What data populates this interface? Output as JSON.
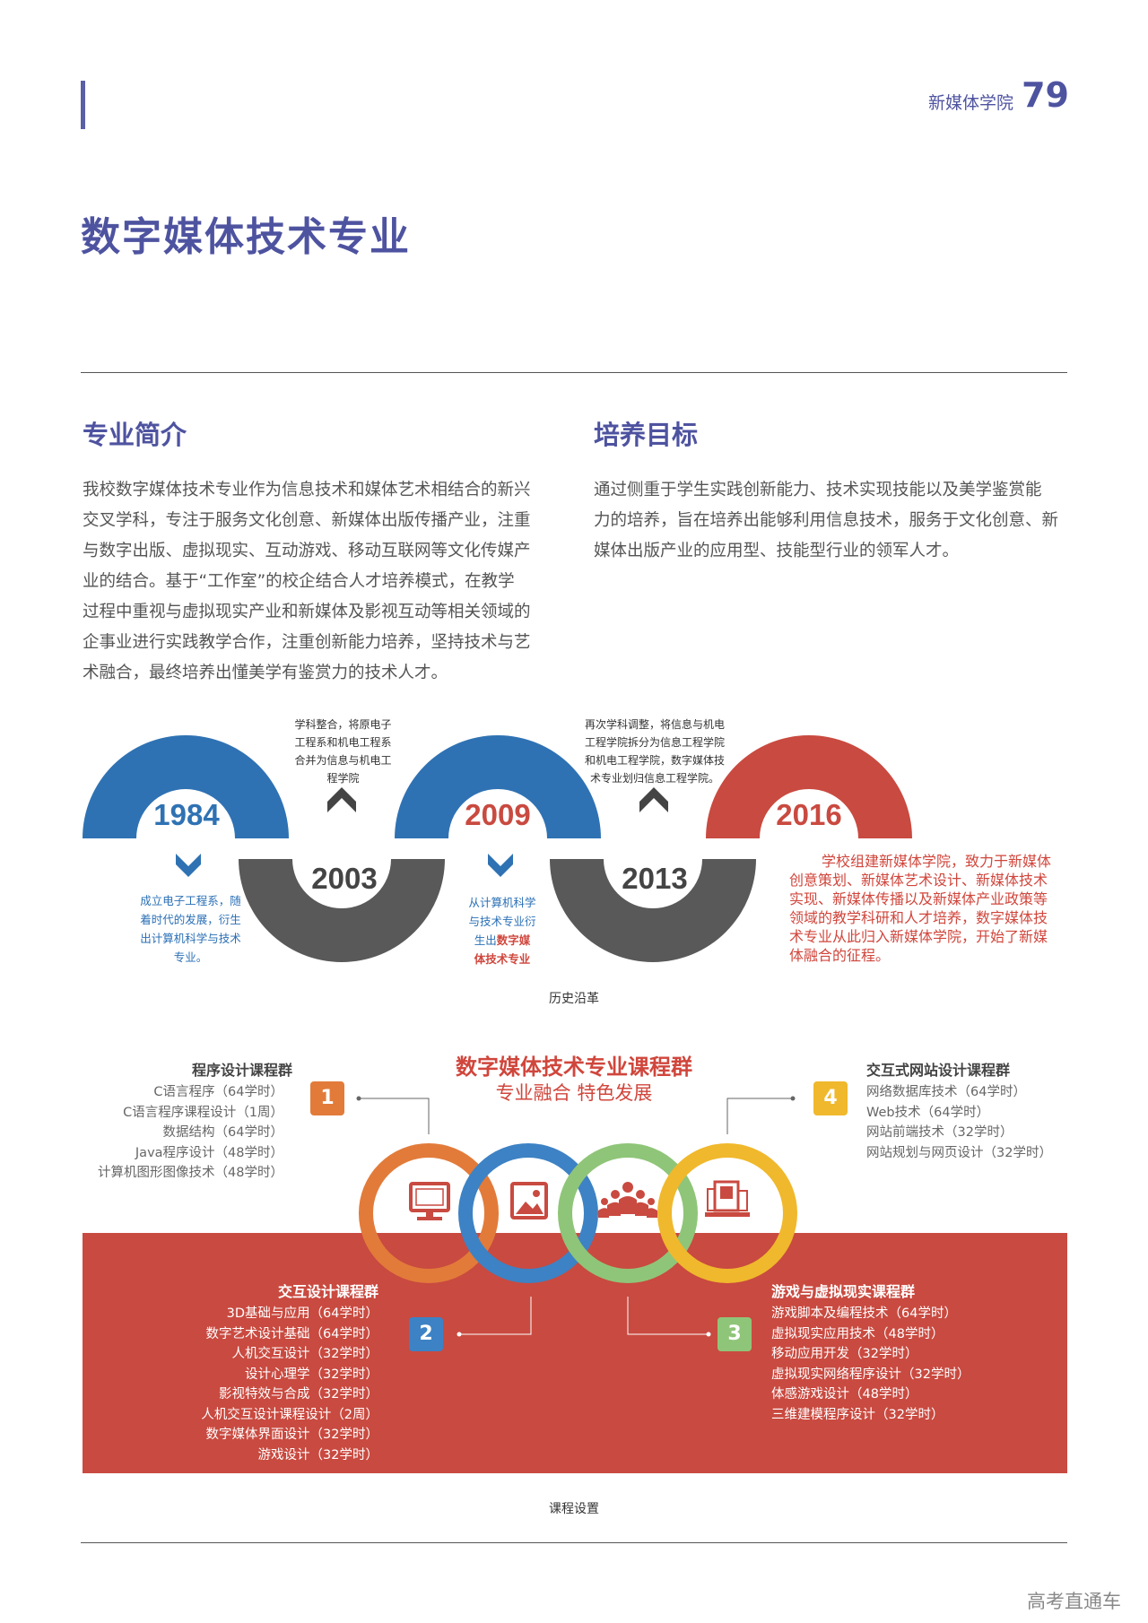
{
  "header": {
    "college": "新媒体学院",
    "page_number": "79"
  },
  "title": "数字媒体技术专业",
  "intro": {
    "heading": "专业简介",
    "lines": [
      "我校数字媒体技术专业作为信息技术和媒体艺术相结合的新兴",
      "交叉学科，专注于服务文化创意、新媒体出版传播产业，注重",
      "与数字出版、虚拟现实、互动游戏、移动互联网等文化传媒产",
      "业的结合。基于“工作室”的校企结合人才培养模式，在教学",
      "过程中重视与虚拟现实产业和新媒体及影视互动等相关领域的",
      "企事业进行实践教学合作，注重创新能力培养，坚持技术与艺",
      "术融合，最终培养出懂美学有鉴赏力的技术人才。"
    ]
  },
  "goal": {
    "heading": "培养目标",
    "lines": [
      "通过侧重于学生实践创新能力、技术实现技能以及美学鉴赏能",
      "力的培养，旨在培养出能够利用信息技术，服务于文化创意、新",
      "媒体出版产业的应用型、技能型行业的领军人才。"
    ]
  },
  "timeline": {
    "caption": "历史沿革",
    "years": {
      "y1984": "1984",
      "y2003": "2003",
      "y2009": "2009",
      "y2013": "2013",
      "y2016": "2016"
    },
    "note_2003": [
      "学科整合，将原电子",
      "工程系和机电工程系",
      "合并为信息与机电工",
      "程学院"
    ],
    "note_2013": [
      "再次学科调整，将信息与机电",
      "工程学院拆分为信息工程学院",
      "和机电工程学院，数字媒体技",
      "术专业划归信息工程学院。"
    ],
    "note_1984": [
      "成立电子工程系，随",
      "着时代的发展，衍生",
      "出计算机科学与技术",
      "专业。"
    ],
    "note_2009": [
      "从计算机科学",
      "与技术专业衍",
      "生出",
      "数字媒",
      "体技术专业"
    ],
    "note_2016": [
      "学校组建新媒体学院，致力于新媒体",
      "创意策划、新媒体艺术设计、新媒体技术",
      "实现、新媒体传播以及新媒体产业政策等",
      "领域的教学科研和人才培养，数字媒体技",
      "术专业从此归入新媒体学院，开始了新媒",
      "体融合的征程。"
    ]
  },
  "courses": {
    "caption": "课程设置",
    "center_title": "数字媒体技术专业课程群",
    "center_subtitle": "专业融合 特色发展",
    "group1": {
      "badge": "1",
      "title": "程序设计课程群",
      "items": [
        "C语言程序（64学时）",
        "C语言程序课程设计（1周）",
        "数据结构（64学时）",
        "Java程序设计（48学时）",
        "计算机图形图像技术（48学时）"
      ]
    },
    "group2": {
      "badge": "2",
      "title": "交互设计课程群",
      "items": [
        "3D基础与应用（64学时）",
        "数字艺术设计基础（64学时）",
        "人机交互设计（32学时）",
        "设计心理学（32学时）",
        "影视特效与合成（32学时）",
        "人机交互设计课程设计（2周）",
        "数字媒体界面设计（32学时）",
        "游戏设计（32学时）"
      ]
    },
    "group3": {
      "badge": "3",
      "title": "游戏与虚拟现实课程群",
      "items": [
        "游戏脚本及编程技术（64学时）",
        "虚拟现实应用技术（48学时）",
        "移动应用开发（32学时）",
        "虚拟现实网络程序设计（32学时）",
        "体感游戏设计（48学时）",
        "三维建模程序设计（32学时）"
      ]
    },
    "group4": {
      "badge": "4",
      "title": "交互式网站设计课程群",
      "items": [
        "网络数据库技术（64学时）",
        "Web技术（64学时）",
        "网站前端技术（32学时）",
        "网站规划与网页设计（32学时）"
      ]
    }
  },
  "watermark": "高考直通车",
  "colors": {
    "accent": "#4e53a0",
    "blue": "#2f72b3",
    "red": "#c94a40",
    "dark": "#595959",
    "orange": "#e27b3a",
    "green": "#8fc578",
    "yellow": "#f0b82c"
  }
}
